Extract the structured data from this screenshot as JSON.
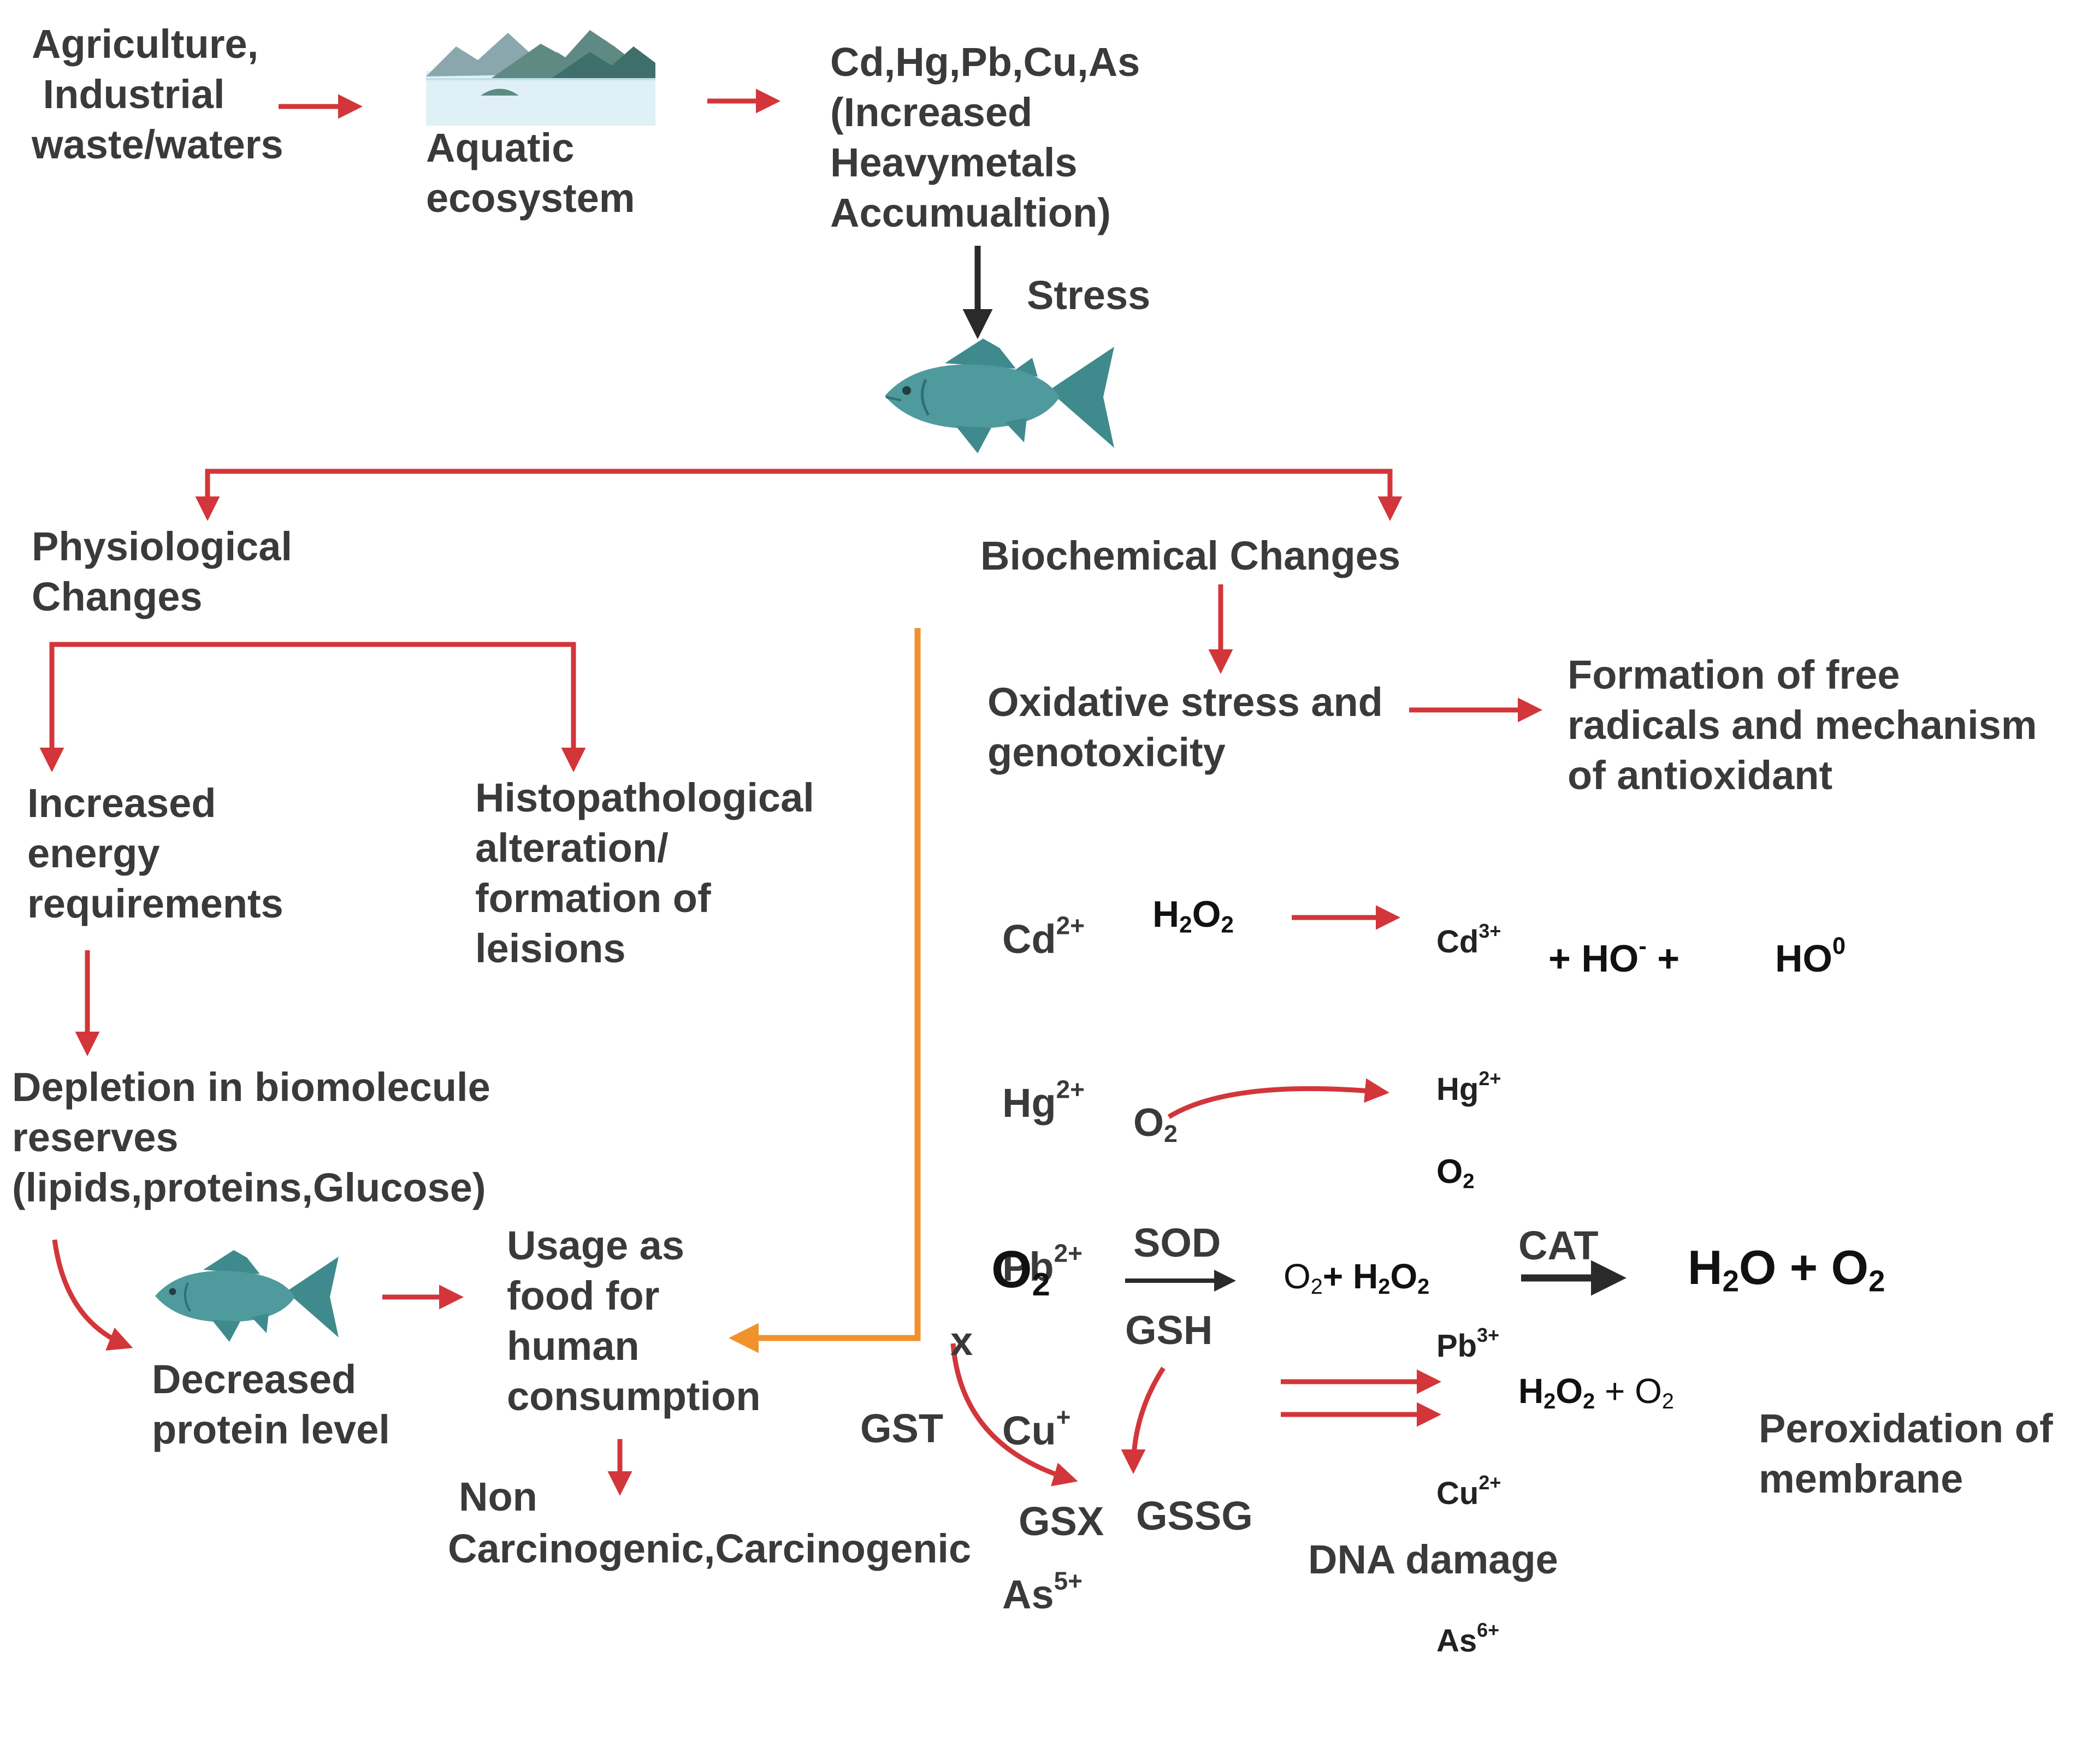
{
  "labels": {
    "source": "Agriculture,\n Industrial\nwaste/waters",
    "aquatic": "Aquatic\necosystem",
    "metals": "Cd,Hg,Pb,Cu,As\n(Increased\nHeavymetals\nAccumualtion)",
    "stress": "Stress",
    "physiological": "Physiological\nChanges",
    "biochemical": "Biochemical Changes",
    "energy": "Increased\nenergy\nrequirements",
    "histo": "Histopathological\nalteration/\nformation of\nleisions",
    "depletion": "Depletion in biomolecule\nreserves\n(lipids,proteins,Glucose)",
    "decreased": "Decreased\nprotein level",
    "usage": "Usage as\nfood for\nhuman\nconsumption",
    "non": "Non",
    "carcino": "Carcinogenic,Carcinogenic",
    "oxidative": "Oxidative stress and\ngenotoxicity",
    "freeradicals": "Formation of free\nradicals and mechanism\nof antioxidant",
    "peroxidation": "Peroxidation of\nmembrane",
    "dna": "DNA damage"
  },
  "chem": {
    "ions_left": [
      {
        "el": "Cd",
        "ch": "2+"
      },
      {
        "el": "Hg",
        "ch": "2+"
      },
      {
        "el": "Pb",
        "ch": "2+"
      },
      {
        "el": "Cu",
        "ch": "+"
      },
      {
        "el": "As",
        "ch": "5+"
      }
    ],
    "ions_right": [
      {
        "el": "Cd",
        "ch": "3+"
      },
      {
        "el": "Hg",
        "ch": "2+"
      },
      {
        "el": "Pb",
        "ch": "3+"
      },
      {
        "el": "Cu",
        "ch": "2+"
      },
      {
        "el": "As",
        "ch": "6+"
      }
    ],
    "h2o2": {
      "a": "H",
      "s1": "2",
      "b": "O",
      "s2": "2"
    },
    "plus_ho": {
      "a": "+ HO",
      "sup": "-",
      "b": " +"
    },
    "ho0": {
      "a": "HO",
      "sup": "0"
    },
    "o2_curve": {
      "a": "O",
      "sub": "2"
    },
    "o2_below": {
      "a": "O",
      "sub": "2"
    },
    "o2_big": {
      "a": "O",
      "sub": "2"
    },
    "sod": "SOD",
    "gsh": "GSH",
    "o2_h2o2": {
      "a": "O",
      "s1": "2",
      "b": "+ H",
      "s2": "2",
      "c": "O",
      "s3": "2"
    },
    "cat": "CAT",
    "h2o_o2": {
      "a": "H",
      "s1": "2",
      "b": "O + O",
      "s2": "2"
    },
    "h2o2_o2": {
      "a": "H",
      "s1": "2",
      "b": "O",
      "s2": "2",
      "c": " + O",
      "s3": "2"
    },
    "x": "x",
    "gst": "GST",
    "gsx": "GSX",
    "gssg": "GSSG"
  },
  "icons": [
    "aquatic-ecosystem-icon",
    "fish-icon"
  ],
  "colors": {
    "red_arrow": "#d2363a",
    "orange_arrow": "#f0922c",
    "black_arrow": "#2a2a2a",
    "fish_body": "#4f9a9d",
    "fish_dark": "#2f6f73",
    "text": "#3a3a3a"
  }
}
